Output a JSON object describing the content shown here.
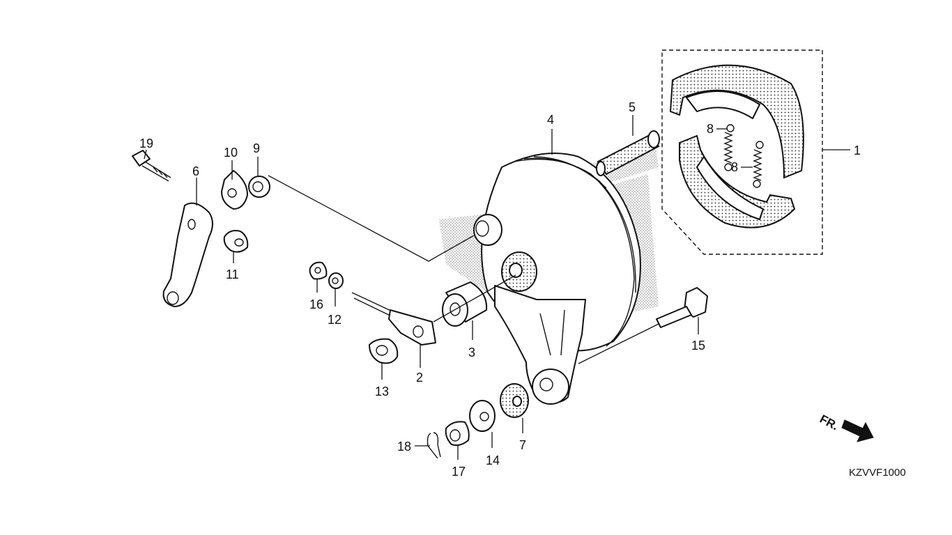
{
  "callouts": {
    "c1": "1",
    "c2": "2",
    "c3": "3",
    "c4": "4",
    "c5": "5",
    "c6": "6",
    "c7": "7",
    "c8a": "8",
    "c8b": "8",
    "c9": "9",
    "c10": "10",
    "c11": "11",
    "c12": "12",
    "c13": "13",
    "c14": "14",
    "c15": "15",
    "c16": "16",
    "c17": "17",
    "c18": "18",
    "c19": "19"
  },
  "direction_label": "FR.",
  "diagram_code": "KZVVF1000",
  "colors": {
    "ink": "#111111",
    "background": "#ffffff"
  }
}
